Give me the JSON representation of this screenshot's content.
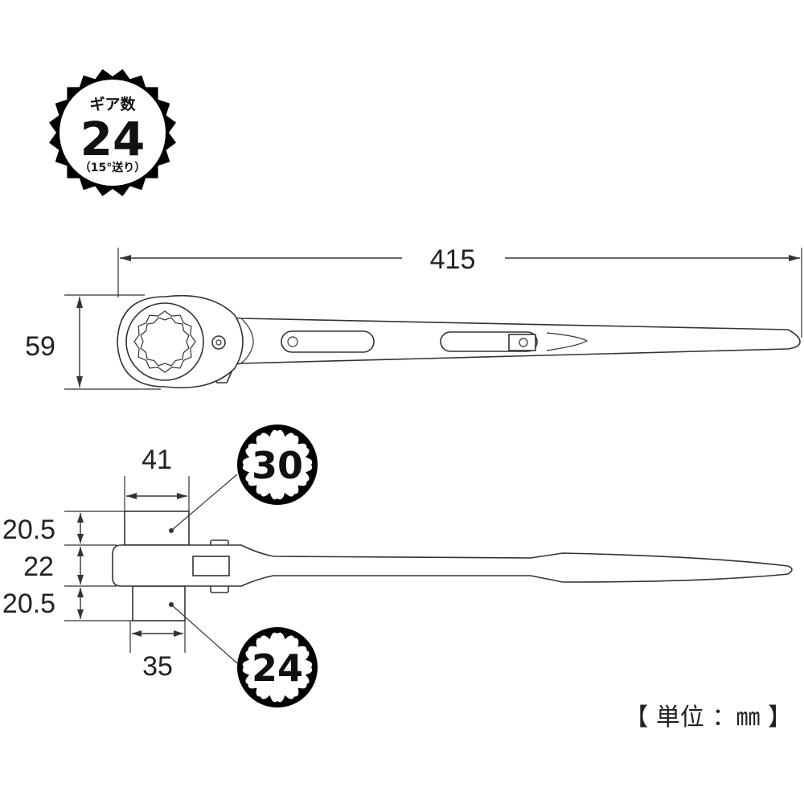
{
  "gear_badge": {
    "label": "ギア数",
    "count": "24",
    "note": "（15°送り）"
  },
  "dimensions": {
    "overall_length": "415",
    "head_height": "59",
    "socket_large_length": "41",
    "socket_large_offset": "20.5",
    "body_thickness": "22",
    "socket_small_offset": "20.5",
    "socket_small_length": "35"
  },
  "sockets": {
    "large_size": "30",
    "small_size": "24"
  },
  "unit_label": "【 単位 ：㎜ 】",
  "colors": {
    "line": "#333333",
    "badge_fill": "#000000",
    "background": "#ffffff"
  }
}
